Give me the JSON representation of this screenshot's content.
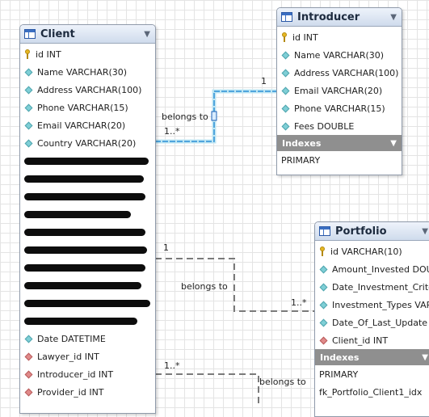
{
  "client": {
    "title": "Client",
    "columns": [
      {
        "text": "id INT",
        "kind": "pk"
      },
      {
        "text": "Name VARCHAR(30)",
        "kind": "attr"
      },
      {
        "text": "Address VARCHAR(100)",
        "kind": "attr"
      },
      {
        "text": "Phone VARCHAR(15)",
        "kind": "attr"
      },
      {
        "text": "Email VARCHAR(20)",
        "kind": "attr"
      },
      {
        "text": "Country VARCHAR(20)",
        "kind": "attr"
      }
    ],
    "columns_after": [
      {
        "text": "Date DATETIME",
        "kind": "attr"
      },
      {
        "text": "Lawyer_id INT",
        "kind": "fk"
      },
      {
        "text": "Introducer_id INT",
        "kind": "fk"
      },
      {
        "text": "Provider_id INT",
        "kind": "fk"
      }
    ]
  },
  "introducer": {
    "title": "Introducer",
    "columns": [
      {
        "text": "id INT",
        "kind": "pk"
      },
      {
        "text": "Name VARCHAR(30)",
        "kind": "attr"
      },
      {
        "text": "Address VARCHAR(100)",
        "kind": "attr"
      },
      {
        "text": "Email VARCHAR(20)",
        "kind": "attr"
      },
      {
        "text": "Phone VARCHAR(15)",
        "kind": "attr"
      },
      {
        "text": "Fees DOUBLE",
        "kind": "attr"
      }
    ],
    "indexes_label": "Indexes",
    "indexes": [
      "PRIMARY"
    ]
  },
  "portfolio": {
    "title": "Portfolio",
    "columns": [
      {
        "text": "id VARCHAR(10)",
        "kind": "pk"
      },
      {
        "text": "Amount_Invested DOU...",
        "kind": "attr"
      },
      {
        "text": "Date_Investment_Crite...",
        "kind": "attr"
      },
      {
        "text": "Investment_Types VAR...",
        "kind": "attr"
      },
      {
        "text": "Date_Of_Last_Update ...",
        "kind": "attr"
      },
      {
        "text": "Client_id INT",
        "kind": "fk"
      }
    ],
    "indexes_label": "Indexes",
    "indexes": [
      "PRIMARY",
      "fk_Portfolio_Client1_idx"
    ]
  },
  "relations": {
    "client_introducer": {
      "label": "belongs to",
      "many": "1..*",
      "one": "1"
    },
    "client_portfolio": {
      "label": "belongs to",
      "one": "1",
      "many": "1..*"
    },
    "client_bottom": {
      "label": "belongs to",
      "many": "1..*"
    }
  }
}
